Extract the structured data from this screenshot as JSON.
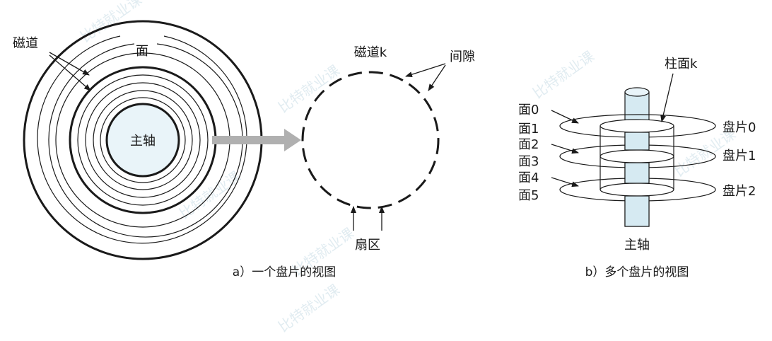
{
  "panel_a": {
    "labels": {
      "track": "磁道",
      "surface": "面",
      "spindle": "主轴",
      "track_k": "磁道k",
      "gap": "间隙",
      "sectors": "扇区"
    },
    "caption": "a）一个盘片的视图"
  },
  "panel_b": {
    "labels": {
      "cylinder_k": "柱面k",
      "spindle": "主轴",
      "surfaces": [
        "面0",
        "面1",
        "面2",
        "面3",
        "面4",
        "面5"
      ],
      "platters": [
        "盘片0",
        "盘片1",
        "盘片2"
      ]
    },
    "caption": "b）多个盘片的视图"
  },
  "colors": {
    "stroke": "#1a1a1a",
    "spindle_fill": "#d6eaf2",
    "spindle_top": "#e9f4f9",
    "arrow_fill": "#b0b0b0",
    "watermark": "#c9dde6"
  },
  "watermark": {
    "text": "比特就业课"
  }
}
